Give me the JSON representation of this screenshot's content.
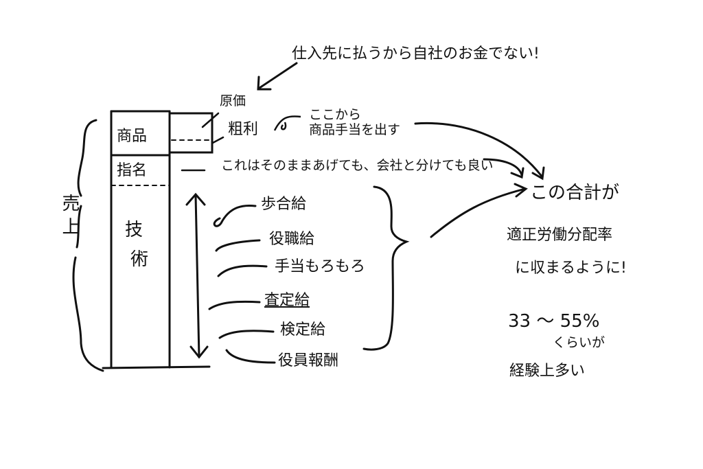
{
  "annotations": {
    "supplier_note": "仕入先に払うから自社のお金でない!",
    "cost_label": "原価",
    "gross_profit_label": "粗利",
    "gross_profit_note_line1": "ここから",
    "gross_profit_note_line2": "商品手当を出す",
    "nomination_note": "これはそのままあげても、会社と分けても良い"
  },
  "column": {
    "sales_label": "売上",
    "product_label": "商品",
    "nomination_label": "指名",
    "technique_label_1": "技",
    "technique_label_2": "術"
  },
  "pay_items": [
    "歩合給",
    "役職給",
    "手当もろもろ",
    "査定給",
    "検定給",
    "役員報酬"
  ],
  "conclusion": {
    "line1": "この合計が",
    "line2": "適正労働分配率",
    "line3": "に収まるように!",
    "range": "33 〜 55%",
    "line5": "くらいが",
    "line6": "経験上多い"
  },
  "colors": {
    "ink": "#111111",
    "background": "#ffffff"
  }
}
